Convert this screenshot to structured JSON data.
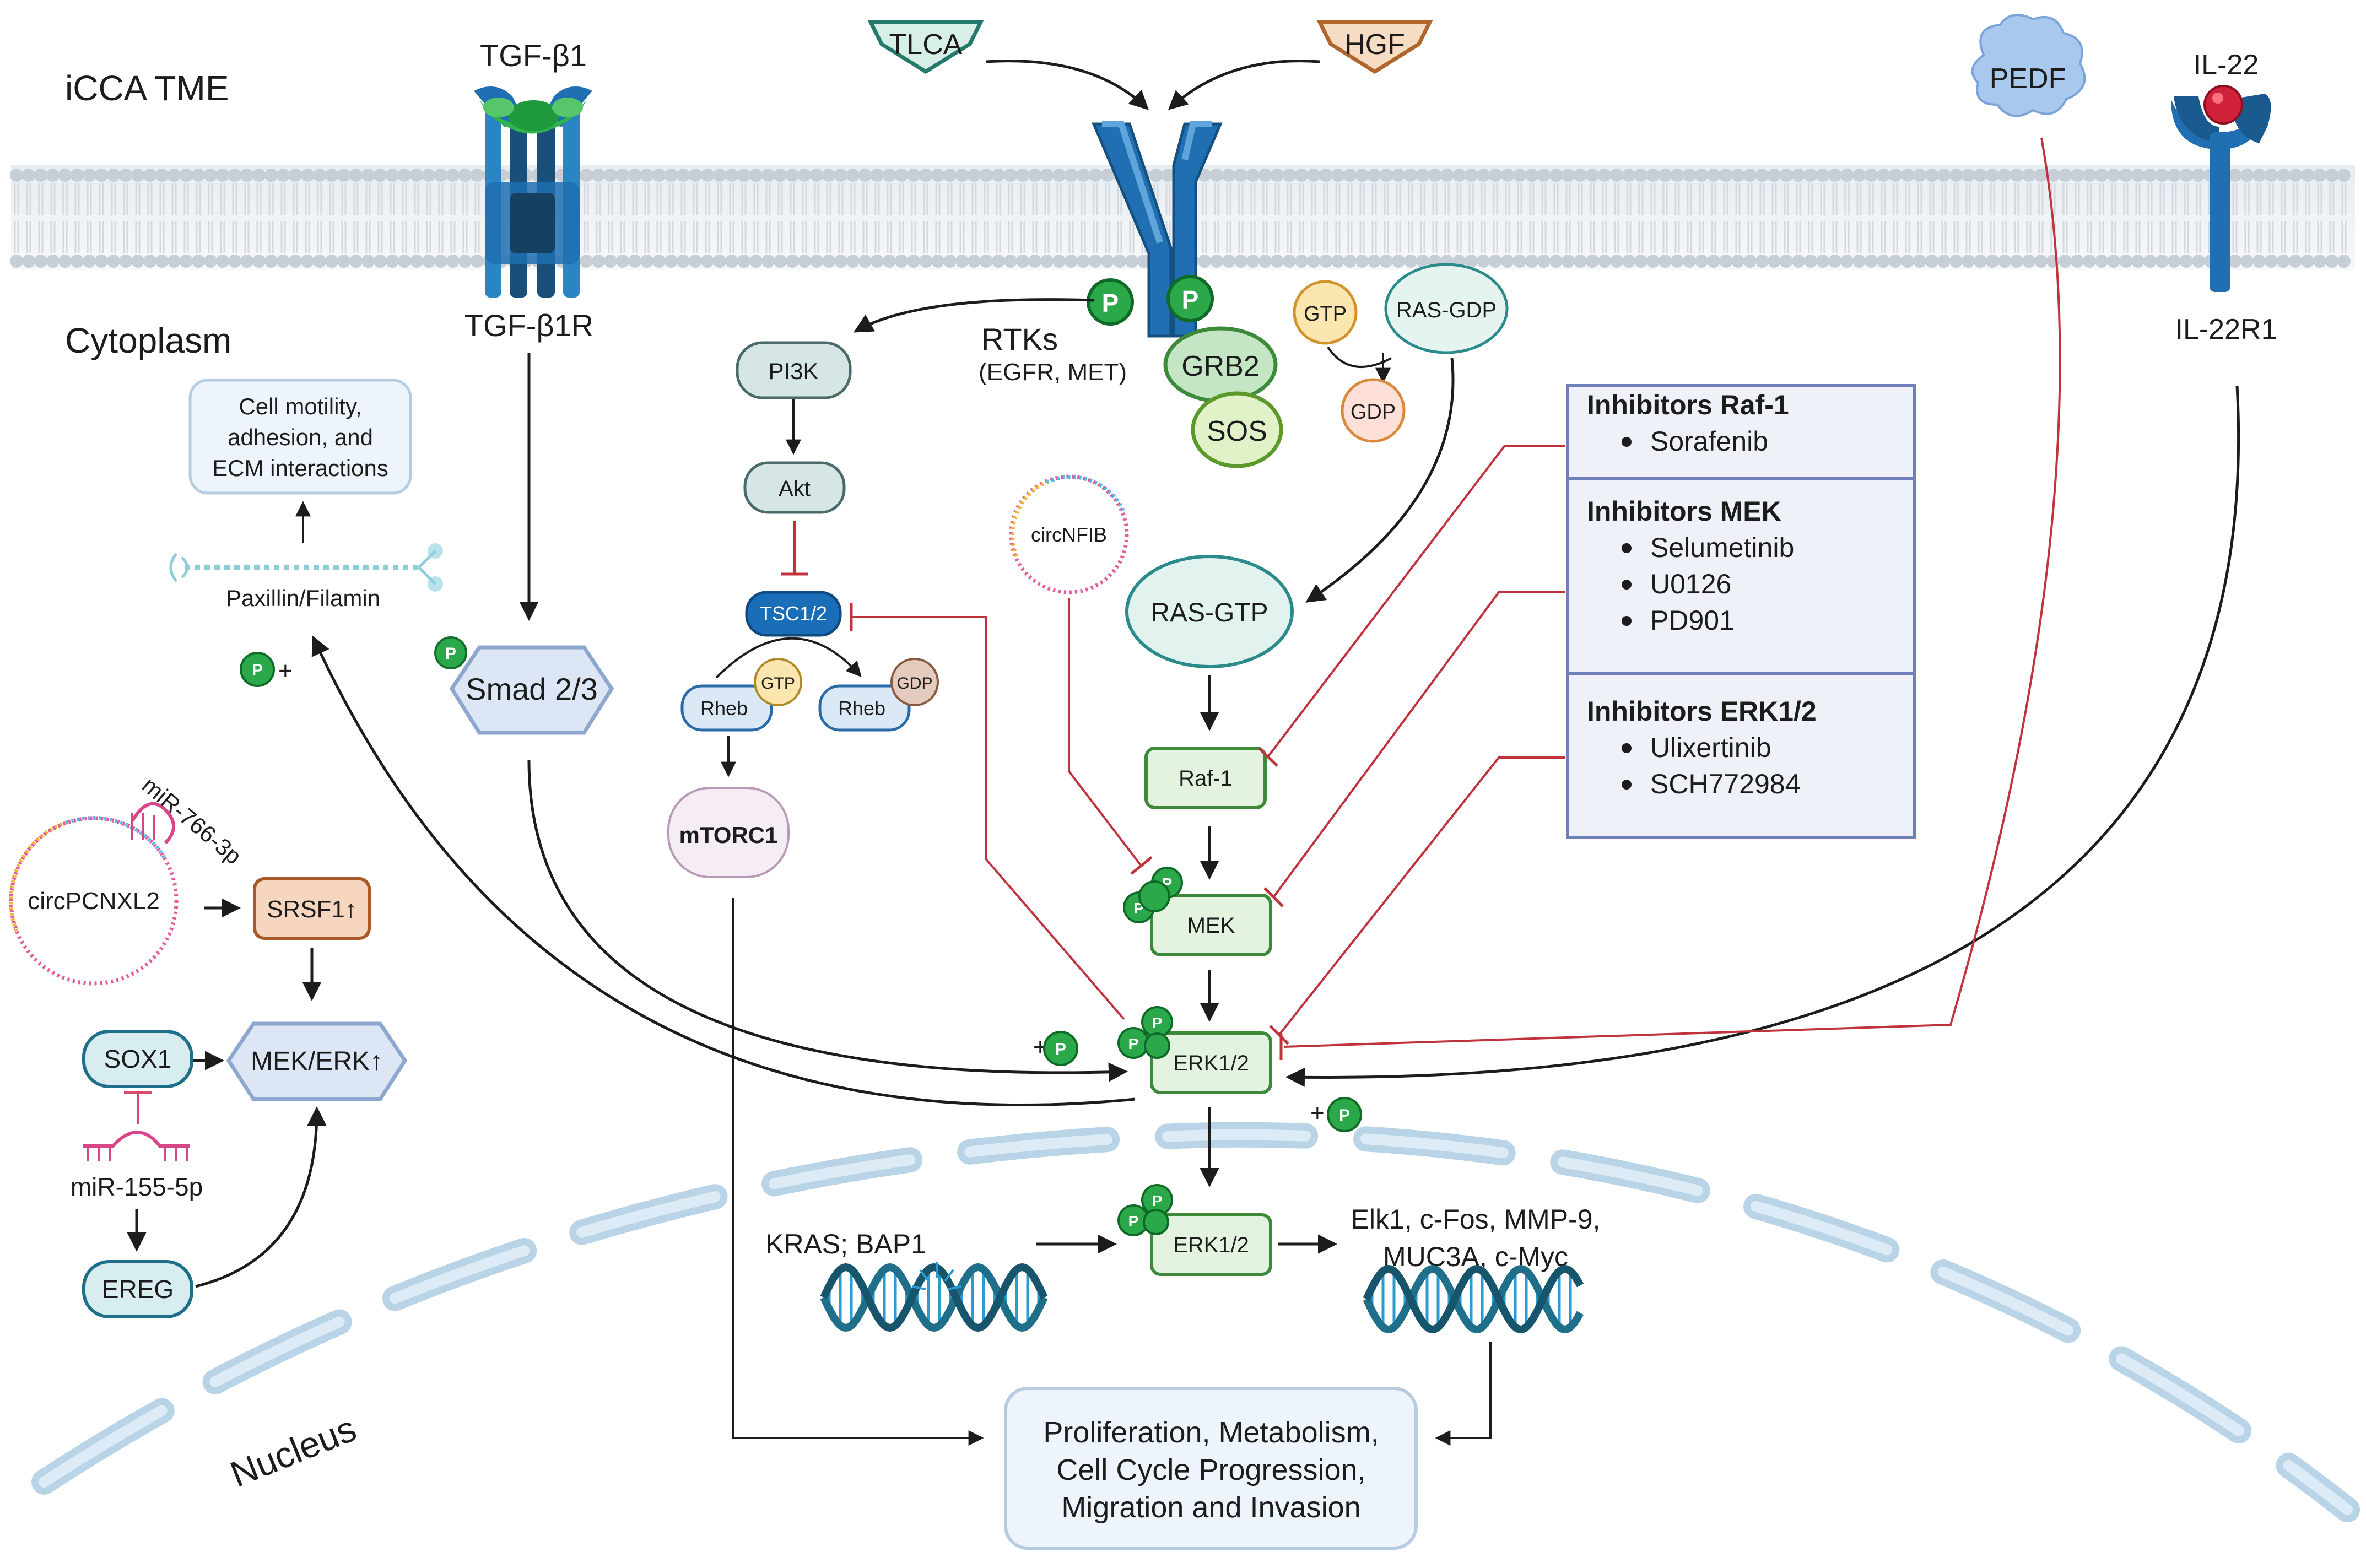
{
  "regions": {
    "tme": "iCCA TME",
    "cytoplasm": "Cytoplasm",
    "nucleus": "Nucleus"
  },
  "ligands": {
    "tgfb1": "TGF-β1",
    "tlca": "TLCA",
    "hgf": "HGF",
    "pedf": "PEDF",
    "il22": "IL-22"
  },
  "receptors": {
    "tgfb1r": "TGF-β1R",
    "rtks": "RTKs",
    "rtks_sub": "(EGFR, MET)",
    "il22r1": "IL-22R1"
  },
  "adaptors": {
    "grb2": "GRB2",
    "sos": "SOS",
    "phospho": "P"
  },
  "ras": {
    "gtp": "GTP",
    "gdp": "GDP",
    "ras_gdp": "RAS-GDP",
    "ras_gtp": "RAS-GTP"
  },
  "pi3k_branch": {
    "pi3k": "PI3K",
    "akt": "Akt",
    "tsc": "TSC1/2",
    "rheb": "Rheb",
    "gtp": "GTP",
    "gdp": "GDP",
    "mtorc1": "mTORC1"
  },
  "cascade": {
    "raf1": "Raf-1",
    "mek": "MEK",
    "erk": "ERK1/2",
    "erk_nuc": "ERK1/2",
    "circnfib": "circNFIB"
  },
  "smad": "Smad 2/3",
  "cytoskeleton": {
    "paxillin": "Paxillin/Filamin",
    "motility": [
      "Cell motility,",
      "adhesion, and",
      "ECM interactions"
    ],
    "plus": "+"
  },
  "left_panel": {
    "mir766": "miR-766-3p",
    "circpcnxl2": "circPCNXL2",
    "srsf1": "SRSF1↑",
    "sox1": "SOX1",
    "mek_erk": "MEK/ERK↑",
    "mir155": "miR-155-5p",
    "ereg": "EREG"
  },
  "inhibitors": [
    {
      "title": "Inhibitors Raf-1",
      "drugs": [
        "Sorafenib"
      ]
    },
    {
      "title": "Inhibitors MEK",
      "drugs": [
        "Selumetinib",
        "U0126",
        "PD901"
      ]
    },
    {
      "title": "Inhibitors ERK1/2",
      "drugs": [
        "Ulixertinib",
        "SCH772984"
      ]
    }
  ],
  "nucleus_items": {
    "kras": "KRAS; BAP1",
    "targets": [
      "Elk1, c-Fos, MMP-9,",
      "MUC3A, c-Myc"
    ],
    "outcome": [
      "Proliferation, Metabolism,",
      "Cell Cycle Progression,",
      "Migration and Invasion"
    ]
  },
  "plus": "+",
  "colors": {
    "receptor_blue": "#1f6fb2",
    "green_box": "#e3f3e0",
    "green_stroke": "#3d8a3a",
    "teal_stroke": "#2b8a8a",
    "inhibit_red": "#c0333c",
    "phospho_green": "#2aa84a",
    "tgf_green": "#2fb34a",
    "dna_teal": "#1f6f8a"
  }
}
